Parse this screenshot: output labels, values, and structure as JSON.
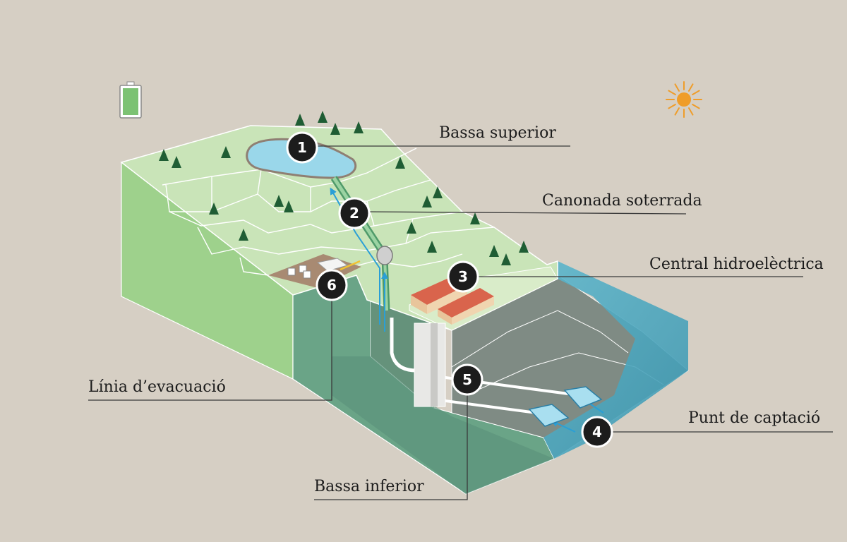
{
  "colors": {
    "background": "#d6cfc4",
    "plateau_top": "#c9e4b8",
    "terrain_side_light": "#9ed18c",
    "terrain_side_dark": "#5f9a78",
    "water": "#6cc1dd",
    "sea": "#4aa6bd",
    "tree": "#1f5d34",
    "roof": "#d9644c",
    "badge": "#1c1c1c",
    "sun": "#ef9d2a",
    "battery": "#7cc273",
    "flow_arrow": "#2a9fd6"
  },
  "icons": {
    "battery": "battery-icon",
    "sun": "sun-icon"
  },
  "labels": {
    "bassa_superior": "Bassa superior",
    "canonada_soterrada": "Canonada soterrada",
    "central_hidroelectrica": "Central hidroelèctrica",
    "linia_evacuacio": "Línia d’evacuació",
    "punt_captacio": "Punt de captació",
    "bassa_inferior": "Bassa inferior"
  },
  "markers": {
    "m1": "1",
    "m2": "2",
    "m3": "3",
    "m4": "4",
    "m5": "5",
    "m6": "6"
  }
}
